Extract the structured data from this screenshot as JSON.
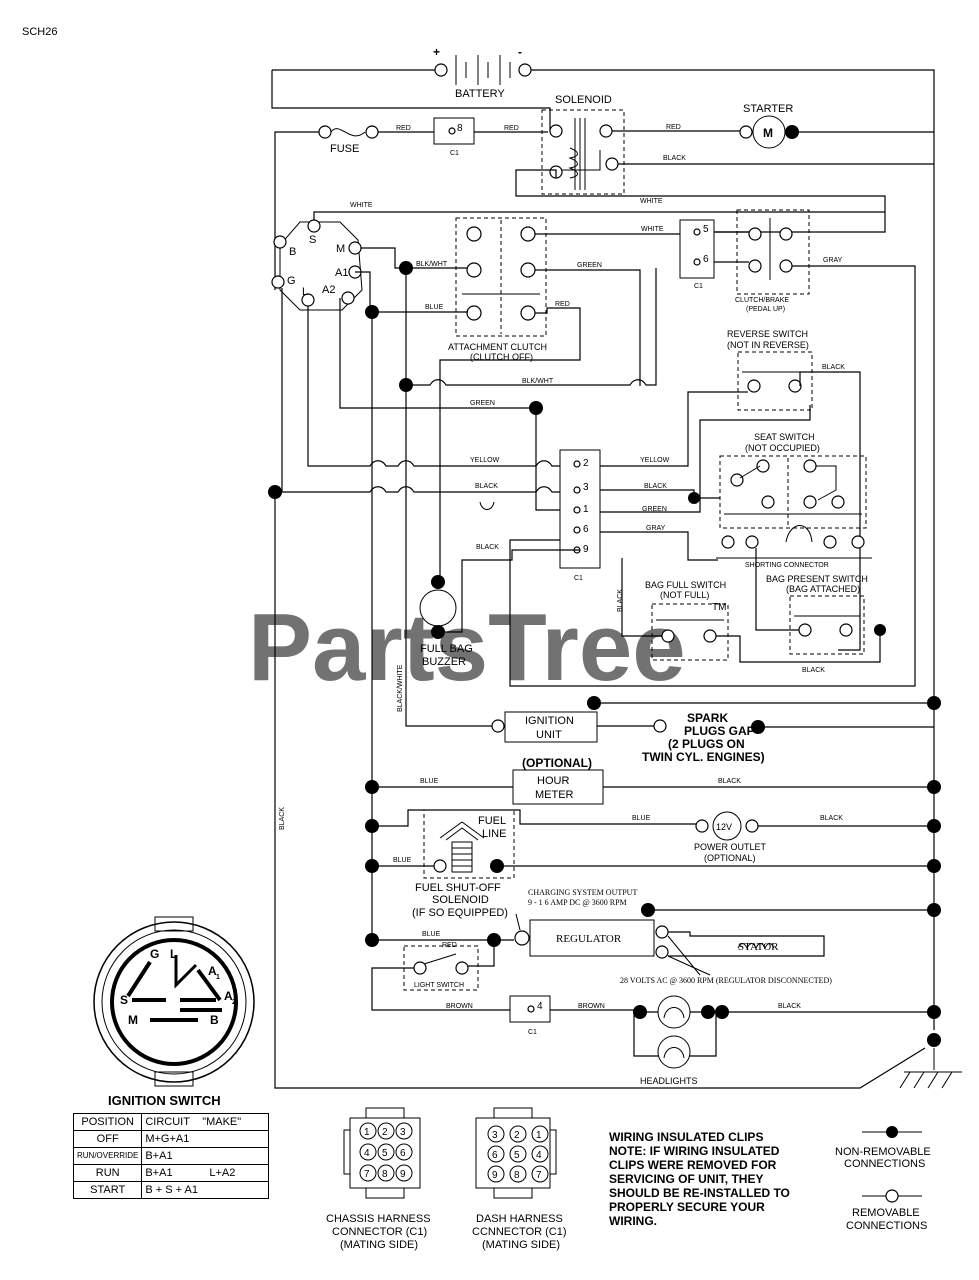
{
  "diagram_code": "SCH26",
  "watermark": "PartsTree",
  "watermark_tm": "TM",
  "components": {
    "battery": "BATTERY",
    "battery_plus": "+",
    "battery_minus": "-",
    "solenoid": "SOLENOID",
    "starter": "STARTER",
    "starter_motor": "M",
    "fuse": "FUSE",
    "attachment_clutch_1": "ATTACHMENT CLUTCH",
    "attachment_clutch_2": "(CLUTCH OFF)",
    "clutch_brake_1": "CLUTCH/BRAKE",
    "clutch_brake_2": "(PEDAL UP)",
    "reverse_switch_1": "REVERSE SWITCH",
    "reverse_switch_2": "(NOT IN REVERSE)",
    "seat_switch_1": "SEAT SWITCH",
    "seat_switch_2": "(NOT OCCUPIED)",
    "shorting_connector": "SHORTING CONNECTOR",
    "bag_full_1": "BAG FULL SWITCH",
    "bag_full_2": "(NOT FULL)",
    "bag_present_1": "BAG PRESENT SWITCH",
    "bag_present_2": "(BAG ATTACHED)",
    "buzzer_1": "FULL BAG",
    "buzzer_2": "BUZZER",
    "ignition_unit_1": "IGNITION",
    "ignition_unit_2": "UNIT",
    "spark_1": "SPARK",
    "spark_2": "PLUGS GAP",
    "spark_3": "(2 PLUGS ON",
    "spark_4": "TWIN CYL. ENGINES)",
    "optional": "(OPTIONAL)",
    "hour_meter_1": "HOUR",
    "hour_meter_2": "METER",
    "fuel_line_1": "FUEL",
    "fuel_line_2": "LINE",
    "power_outlet_v": "12V",
    "power_outlet_1": "POWER OUTLET",
    "power_outlet_2": "(OPTIONAL)",
    "fuel_solenoid_1": "FUEL SHUT-OFF",
    "fuel_solenoid_2": "SOLENOID",
    "fuel_solenoid_3": "(IF SO EQUIPPED)",
    "charging_1": "CHARGING SYSTEM OUTPUT",
    "charging_2": "9 - 1 6 AMP DC @ 3600 RPM",
    "regulator": "REGULATOR",
    "stator": "STATOR",
    "ac_output": "28 VOLTS AC @ 3600 RPM (REGULATOR DISCONNECTED)",
    "light_switch": "LIGHT SWITCH",
    "headlights": "HEADLIGHTS",
    "connector_c1": "C1"
  },
  "ignition_terminals": {
    "b": "B",
    "s": "S",
    "m": "M",
    "a1": "A1",
    "g": "G",
    "l": "L",
    "a2": "A2"
  },
  "connector_pins": [
    "8",
    "5",
    "6",
    "2",
    "3",
    "1",
    "6",
    "9",
    "4"
  ],
  "wires": {
    "red": "RED",
    "black": "BLACK",
    "white": "WHITE",
    "gray": "GRAY",
    "green": "GREEN",
    "blue": "BLUE",
    "blkwht": "BLK/WHT",
    "black_white": "BLACK/WHITE",
    "yellow": "YELLOW",
    "brown": "BROWN"
  },
  "ignition_switch": {
    "title": "IGNITION SWITCH",
    "face": {
      "g": "G",
      "l": "L",
      "a1": "A",
      "a1_sub": "1",
      "s": "S",
      "a2": "A",
      "a2_sub": "2",
      "m": "M",
      "b": "B"
    },
    "table": {
      "headers": [
        "POSITION",
        "CIRCUIT",
        "\"MAKE\""
      ],
      "rows": [
        {
          "position": "OFF",
          "circuit": "M+G+A1",
          "make": ""
        },
        {
          "position": "RUN/OVERRIDE",
          "circuit": "B+A1",
          "make": ""
        },
        {
          "position": "RUN",
          "circuit": "B+A1",
          "make": "L+A2"
        },
        {
          "position": "START",
          "circuit": "B + S + A1",
          "make": ""
        }
      ]
    }
  },
  "chassis_harness": {
    "pins": [
      "1",
      "2",
      "3",
      "4",
      "5",
      "6",
      "7",
      "8",
      "9"
    ],
    "label_1": "CHASSIS HARNESS",
    "label_2": "CONNECTOR (C1)",
    "label_3": "(MATING SIDE)"
  },
  "dash_harness": {
    "pins": [
      "3",
      "2",
      "1",
      "6",
      "5",
      "4",
      "9",
      "8",
      "7"
    ],
    "label_1": "DASH HARNESS",
    "label_2": "CCNNECTOR (C1)",
    "label_3": "(MATING SIDE)"
  },
  "note": {
    "line_1": "WIRING INSULATED CLIPS",
    "line_2": "NOTE: IF WIRING INSULATED",
    "line_3": "CLIPS WERE REMOVED FOR",
    "line_4": "SERVICING OF UNIT, THEY",
    "line_5": "SHOULD BE RE-INSTALLED TO",
    "line_6": "PROPERLY SECURE YOUR",
    "line_7": "WIRING."
  },
  "legend": {
    "non_removable_1": "NON-REMOVABLE",
    "non_removable_2": "CONNECTIONS",
    "removable_1": "REMOVABLE",
    "removable_2": "CONNECTIONS"
  }
}
